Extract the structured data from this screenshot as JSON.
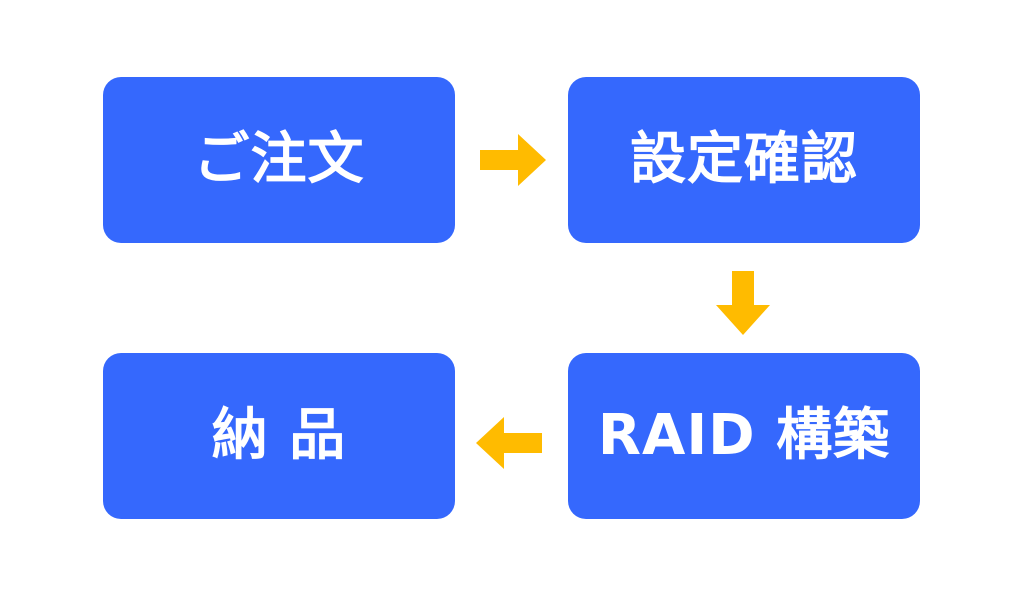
{
  "colors": {
    "box": "#3568fd",
    "box_text": "#ffffff",
    "arrow": "#ffbb00",
    "background": "#ffffff"
  },
  "steps": [
    {
      "label": "ご注文"
    },
    {
      "label": "設定確認"
    },
    {
      "label": "RAID 構築"
    },
    {
      "label": "納 品"
    }
  ],
  "arrows": [
    {
      "from": "ご注文",
      "to": "設定確認",
      "direction": "right",
      "icon": "arrow-right-icon"
    },
    {
      "from": "設定確認",
      "to": "RAID 構築",
      "direction": "down",
      "icon": "arrow-down-icon"
    },
    {
      "from": "RAID 構築",
      "to": "納 品",
      "direction": "left",
      "icon": "arrow-left-icon"
    }
  ]
}
